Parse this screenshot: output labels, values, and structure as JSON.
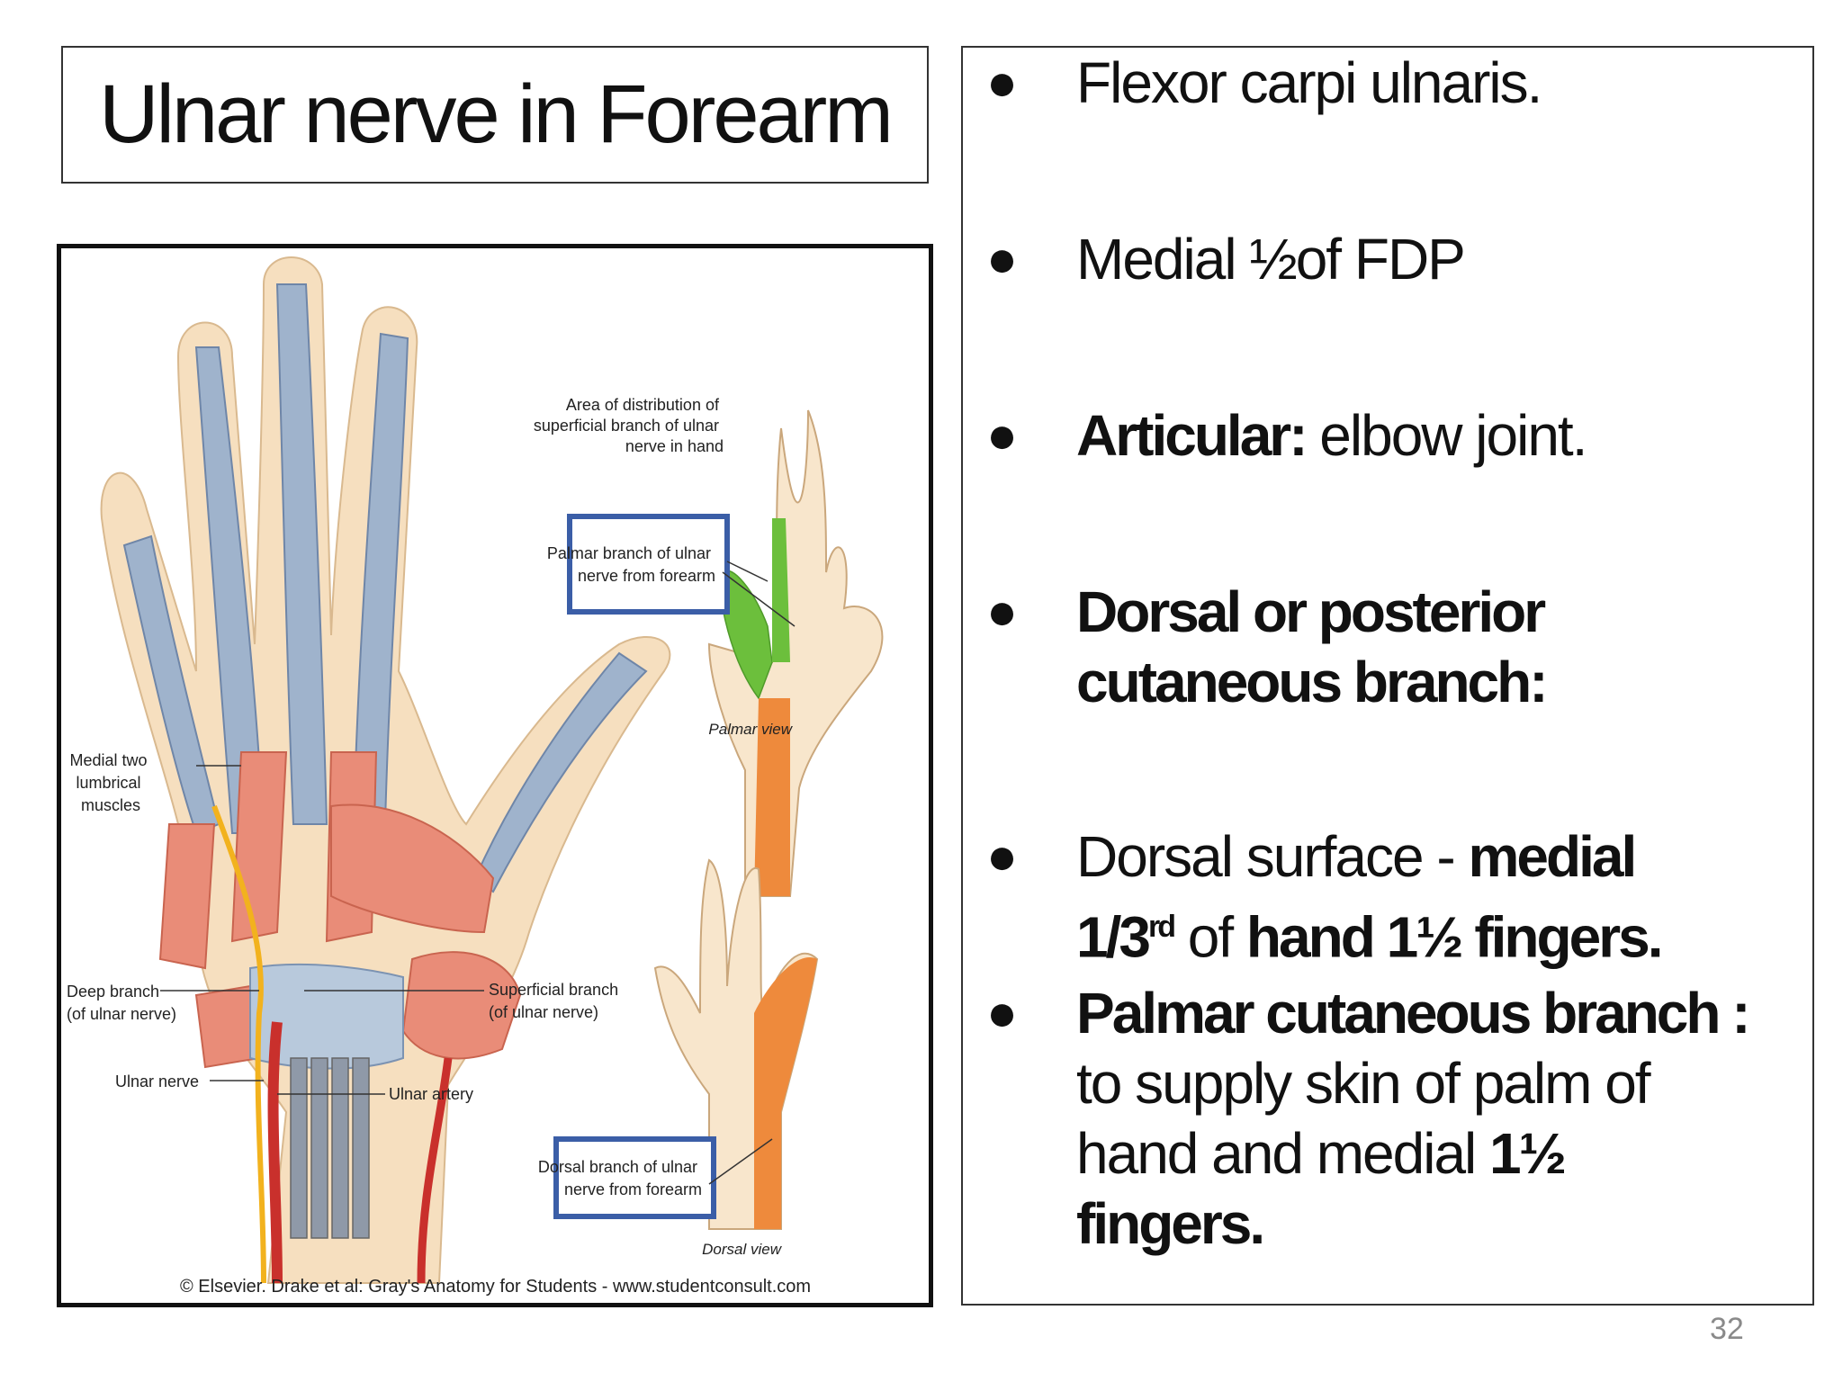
{
  "slide": {
    "title": "Ulnar nerve in Forearm",
    "page_number": "32"
  },
  "bullets": [
    {
      "prefix_bold": "",
      "text": "Flexor carpi ulnaris."
    },
    {
      "prefix_bold": "",
      "text": "Medial ½of FDP"
    },
    {
      "prefix_bold": "Articular:",
      "text": " elbow joint."
    },
    {
      "line1": "Dorsal or posterior",
      "line2": "cutaneous branch:"
    },
    {
      "part1": "Dorsal surface - ",
      "part1_bold": "medial",
      "part2_bold": "1/3",
      "sup": "rd",
      "part3": " of ",
      "part3_bold": "hand 1½ fingers."
    },
    {
      "line1_bold": "Palmar cutaneous  branch :",
      "line2": "to supply skin of  palm of",
      "line3_a": "hand and medial  ",
      "line3_bold": "1½",
      "line4_bold": "fingers."
    }
  ],
  "figure": {
    "labels": {
      "area": [
        "Area of distribution of",
        "superficial branch of ulnar",
        "nerve in hand"
      ],
      "palmar_branch": [
        "Palmar branch of ulnar",
        "nerve from forearm"
      ],
      "palmar_view": "Palmar view",
      "medial_two": [
        "Medial two",
        "lumbrical",
        "muscles"
      ],
      "deep_branch": [
        "Deep branch",
        "(of ulnar nerve)"
      ],
      "superficial_branch": [
        "Superficial branch",
        "(of ulnar nerve)"
      ],
      "ulnar_nerve": "Ulnar nerve",
      "ulnar_artery": "Ulnar artery",
      "dorsal_branch": [
        "Dorsal branch of ulnar",
        "nerve from forearm"
      ],
      "dorsal_view": "Dorsal view",
      "credit": "© Elsevier. Drake et al: Gray's Anatomy for Students - www.studentconsult.com"
    },
    "colors": {
      "skin": "#f6dfbf",
      "tendon": "#9fb3cc",
      "muscle": "#e98c78",
      "nerve": "#f2b21e",
      "artery": "#c9302c",
      "highlight_box": "#3b5ea7",
      "green_area": "#6cbf3c",
      "orange_area": "#ee8a3c"
    }
  }
}
